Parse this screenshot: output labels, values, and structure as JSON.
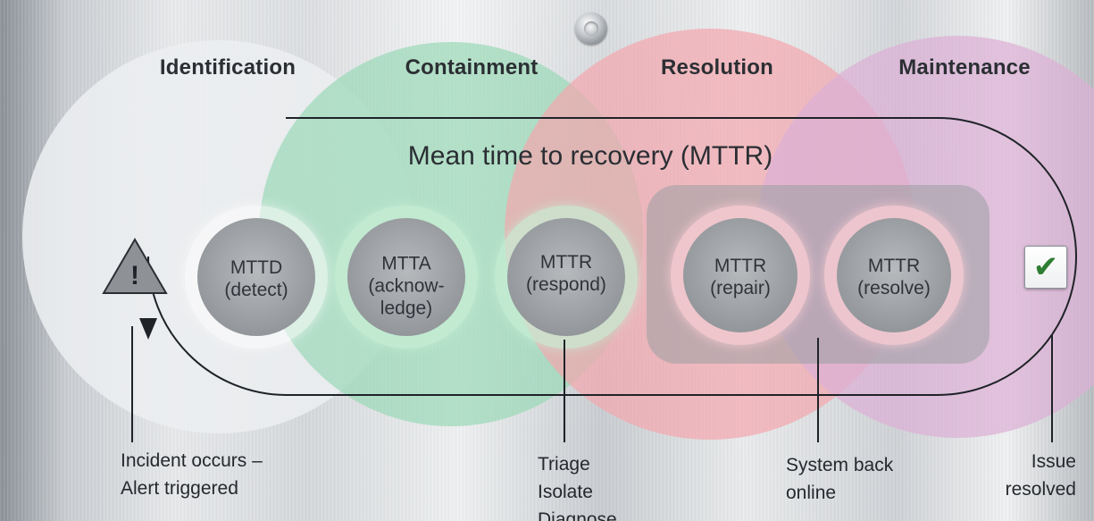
{
  "stages": [
    {
      "label": "Identification",
      "color": "#eceef0"
    },
    {
      "label": "Containment",
      "color": "#9ad9b6"
    },
    {
      "label": "Resolution",
      "color": "#f3a6ae"
    },
    {
      "label": "Maintenance",
      "color": "#dcb0d6"
    }
  ],
  "lifecycle_title": "Mean time to recovery (MTTR)",
  "metrics": [
    {
      "abbr": "MTTD",
      "line1": "(detect)",
      "line2": "",
      "ring_color": "#ffffff"
    },
    {
      "abbr": "MTTA",
      "line1": "(acknow-",
      "line2": "ledge)",
      "ring_color": "#c8f0d6"
    },
    {
      "abbr": "MTTR",
      "line1": "(respond)",
      "line2": "",
      "ring_color": "#c8f0d6"
    },
    {
      "abbr": "MTTR",
      "line1": "(repair)",
      "line2": "",
      "ring_color": "#ffd0d6"
    },
    {
      "abbr": "MTTR",
      "line1": "(resolve)",
      "line2": "",
      "ring_color": "#ffd0d6"
    }
  ],
  "events": {
    "incident": {
      "line1": "Incident occurs –",
      "line2": "Alert triggered"
    },
    "triage": {
      "line1": "Triage",
      "line2": "Isolate",
      "line3": "Diagnose"
    },
    "back_online": {
      "line1": "System back",
      "line2": "online"
    },
    "resolved": {
      "line1": "Issue",
      "line2": "resolved"
    }
  },
  "icons": {
    "warning": "warning-triangle-icon",
    "check": "checkmark-icon",
    "check_glyph": "✔",
    "warning_glyph": "!"
  },
  "colors": {
    "accent_green": "#2e7d32",
    "line": "#1f2328"
  }
}
